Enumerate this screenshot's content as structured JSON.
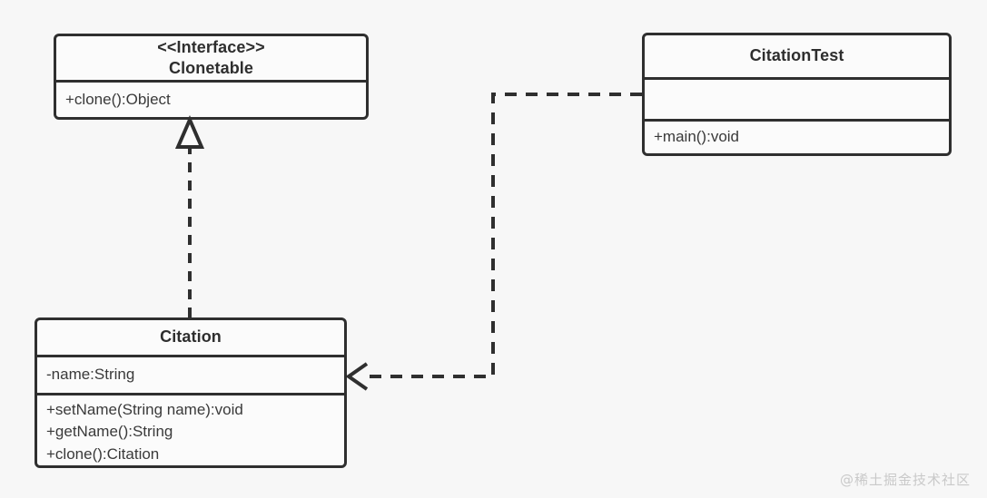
{
  "diagram": {
    "type": "uml-class-diagram",
    "background_color": "#f7f7f7",
    "stroke_color": "#2f2f2f",
    "text_color": "#2e2e2e"
  },
  "classes": {
    "clonetable": {
      "stereotype": "<<Interface>>",
      "name": "Clonetable",
      "attributes": [],
      "methods": [
        "+clone():Object"
      ]
    },
    "citation": {
      "stereotype": "",
      "name": "Citation",
      "attributes": [
        "-name:String"
      ],
      "methods": [
        "+setName(String name):void",
        "+getName():String",
        "+clone():Citation"
      ]
    },
    "citationtest": {
      "stereotype": "",
      "name": "CitationTest",
      "attributes": [],
      "methods": [
        "+main():void"
      ]
    }
  },
  "relationships": [
    {
      "id": "realization",
      "kind": "realization",
      "line_style": "dashed",
      "arrowhead": "hollow-triangle",
      "from": "Citation",
      "to": "Clonetable"
    },
    {
      "id": "dependency",
      "kind": "dependency",
      "line_style": "dashed",
      "arrowhead": "open-arrow",
      "from": "CitationTest",
      "to": "Citation"
    }
  ],
  "watermark": {
    "text": "@稀土掘金技术社区"
  }
}
